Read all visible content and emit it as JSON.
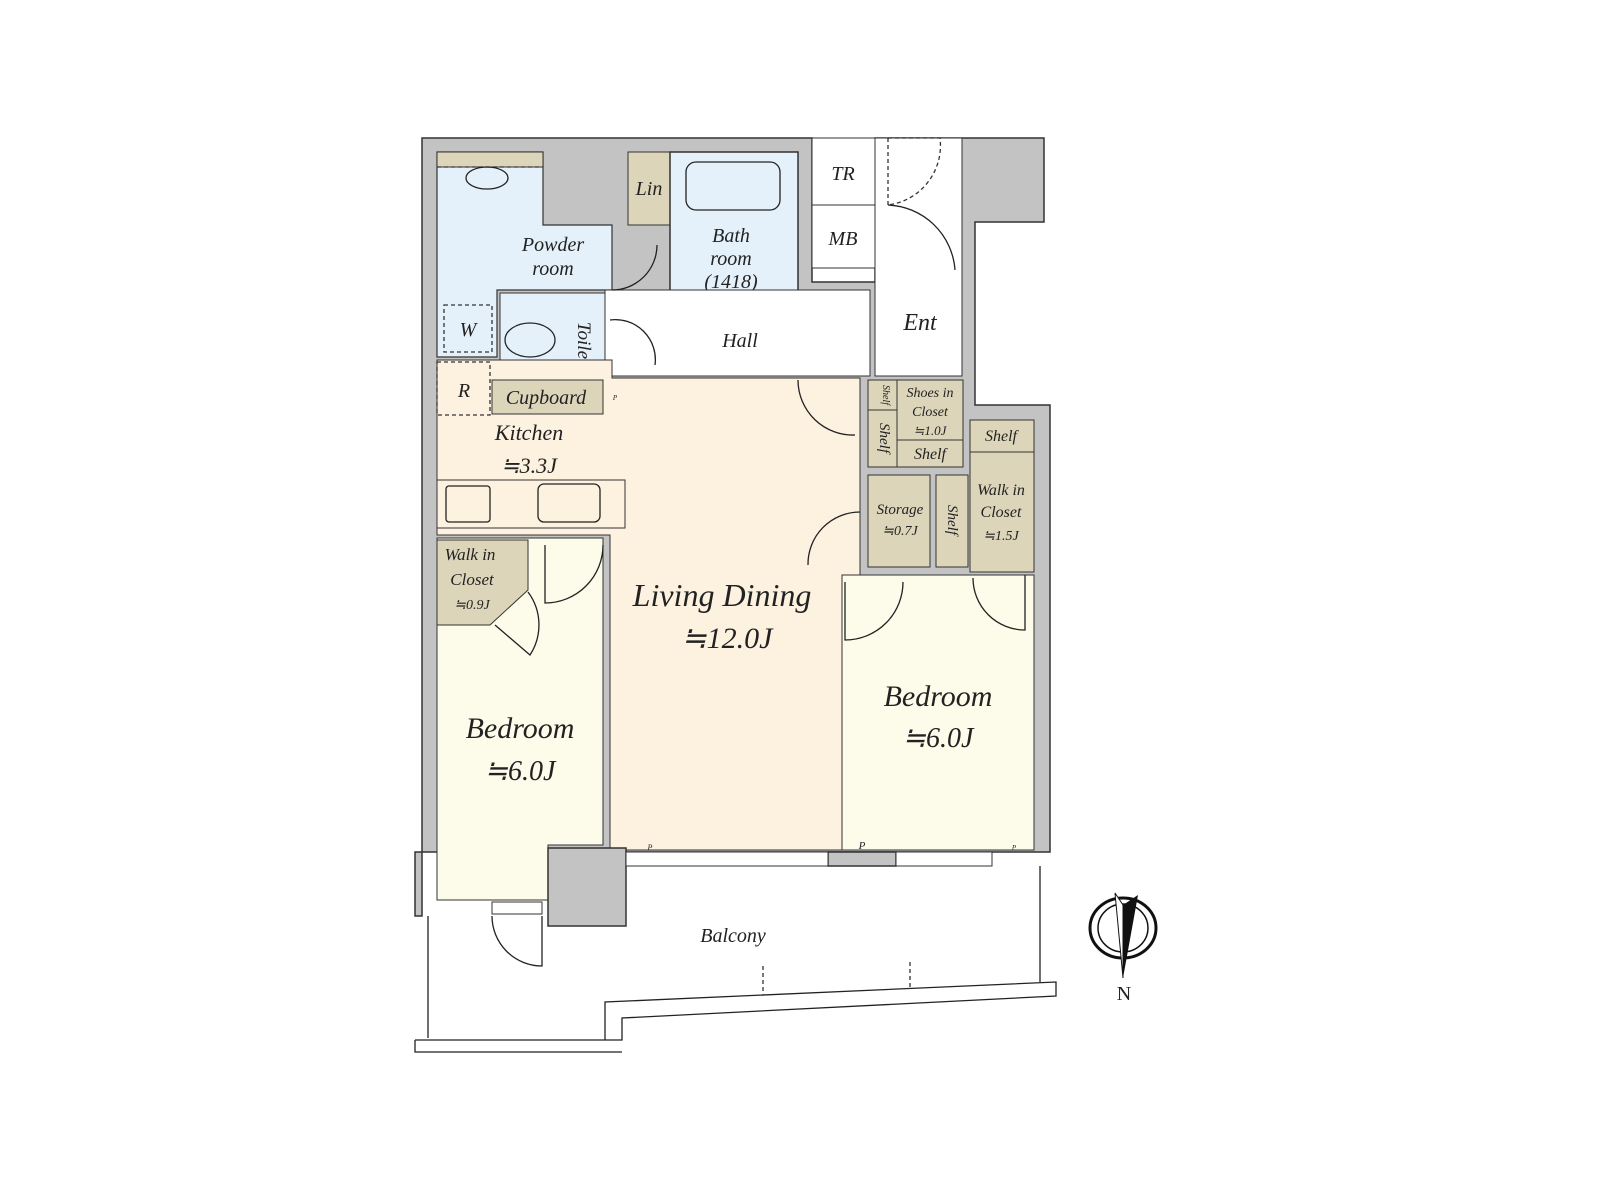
{
  "colors": {
    "wall": "#c3c3c3",
    "wet_area": "#e4f1fa",
    "living_kitchen": "#fdf1e0",
    "bedroom": "#fdfbea",
    "storage": "#ddd5ba",
    "outline": "#222222"
  },
  "rooms": {
    "powder": "Powder",
    "powder2": "room",
    "lin": "Lin",
    "bath1": "Bath",
    "bath2": "room",
    "bath3": "(1418)",
    "tr": "TR",
    "mb": "MB",
    "ent": "Ent",
    "hall": "Hall",
    "toilet": "Toilet",
    "w": "W",
    "r": "R",
    "cupboard": "Cupboard",
    "kitchen": "Kitchen",
    "kitchen_area": "≒3.3J",
    "shelf_a": "Shelf",
    "shelf_b": "Shelf",
    "shoes1": "Shoes in",
    "shoes2": "Closet",
    "shoes_area": "≒1.0J",
    "shelf_c": "Shelf",
    "shelf_d": "Shelf",
    "storage": "Storage",
    "storage_area": "≒0.7J",
    "shelf_e": "Shelf",
    "wic_r1": "Walk in",
    "wic_r2": "Closet",
    "wic_r_area": "≒1.5J",
    "wic_l1": "Walk in",
    "wic_l2": "Closet",
    "wic_l_area": "≒0.9J",
    "ld": "Living Dining",
    "ld_area": "≒12.0J",
    "bed_l": "Bedroom",
    "bed_l_area": "≒6.0J",
    "bed_r": "Bedroom",
    "bed_r_area": "≒6.0J",
    "balcony": "Balcony",
    "p1": "P",
    "p2": "P",
    "p3": "P",
    "p4": "P"
  },
  "compass": {
    "label": "N",
    "icon": "north-arrow-icon"
  }
}
